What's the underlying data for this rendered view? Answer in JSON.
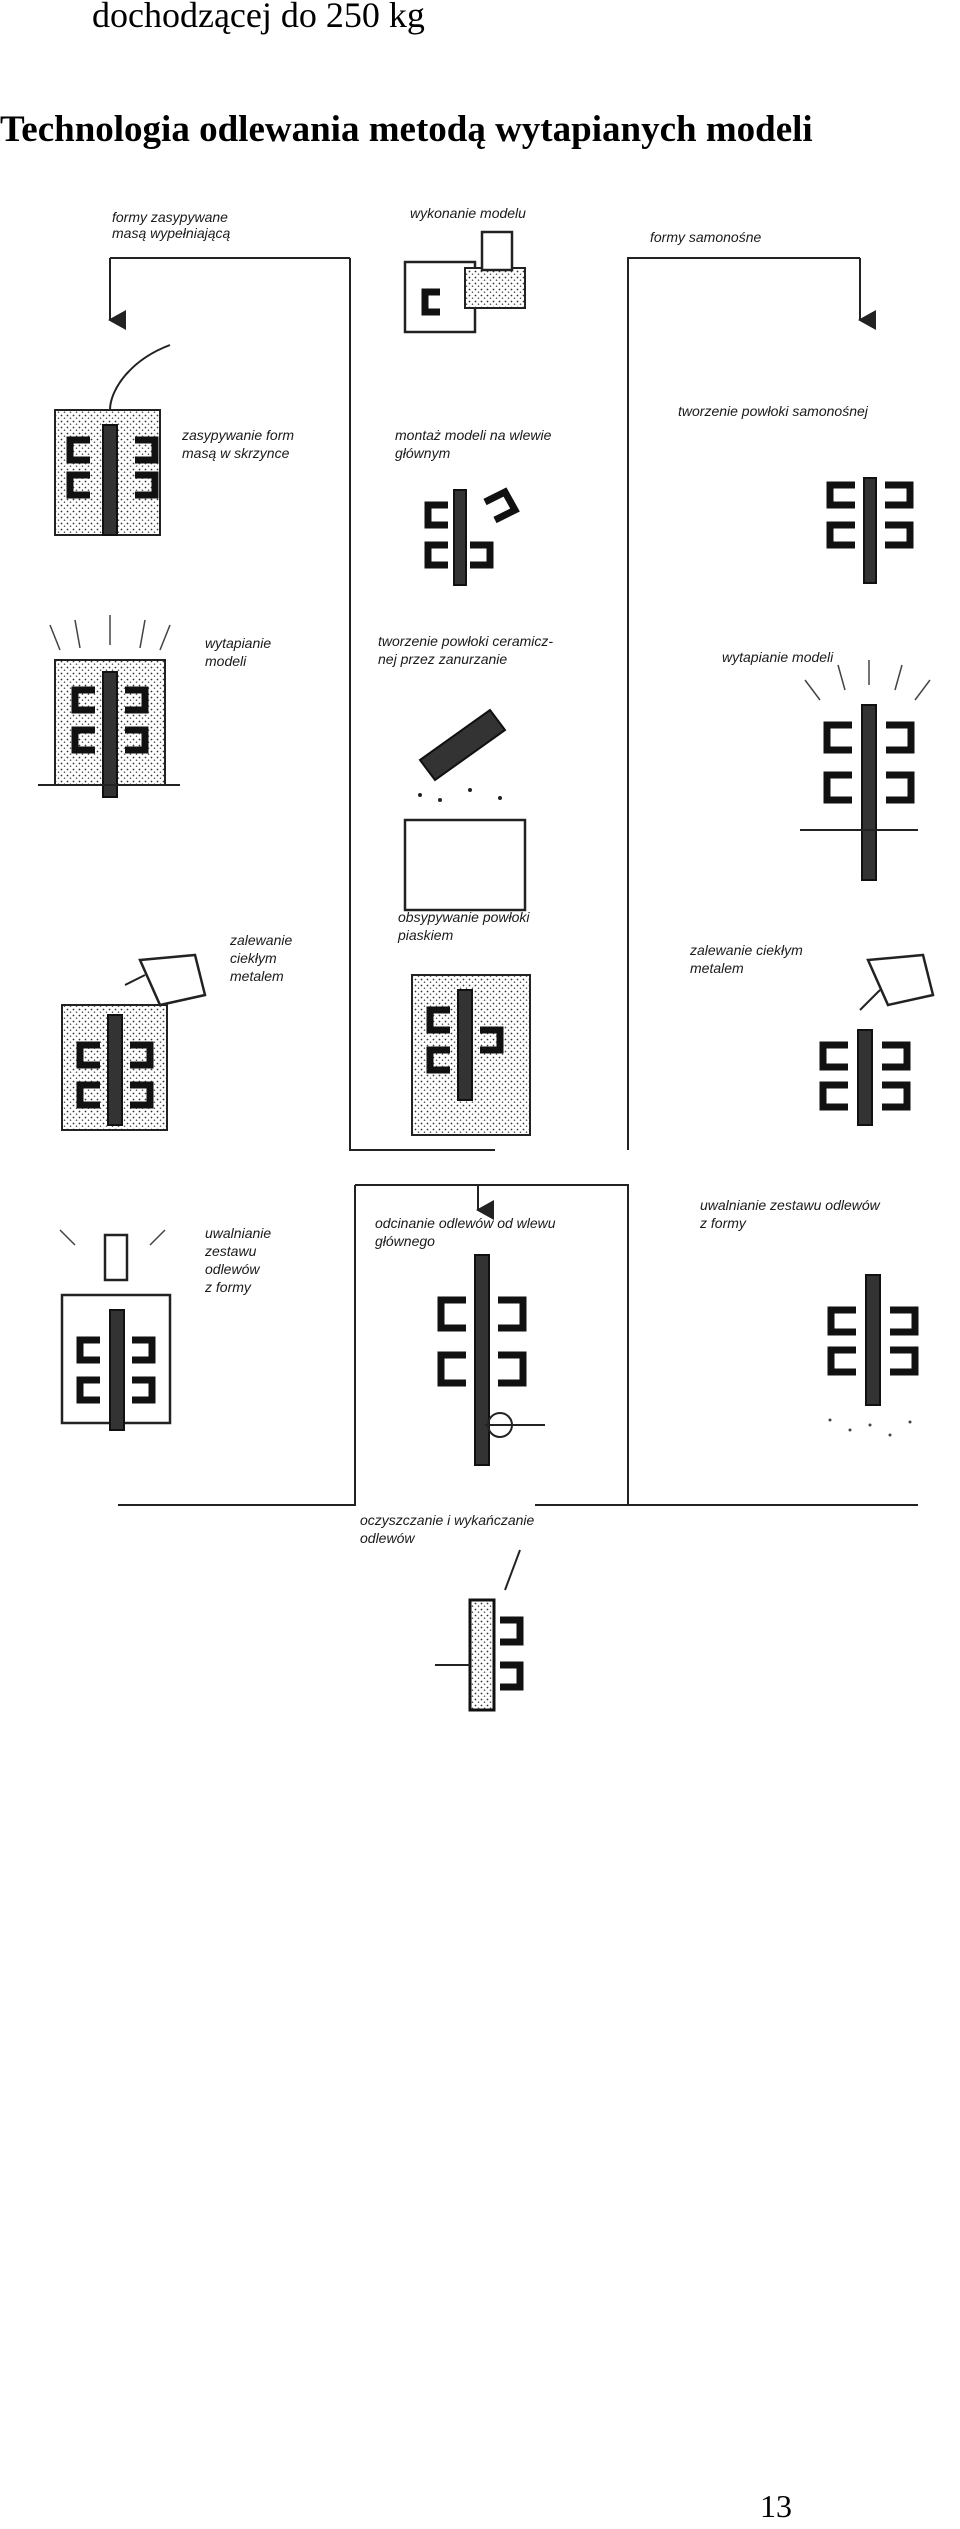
{
  "header": {
    "fragment": "dochodzącej do 250 kg"
  },
  "section": {
    "title": "Technologia odlewania metodą wytapianych modeli"
  },
  "diagram": {
    "labels": {
      "formy_zasypywane": [
        "formy zasypywane",
        "masą wypełniającą"
      ],
      "wykonanie_modelu": [
        "wykonanie modelu"
      ],
      "formy_samonosne": [
        "formy samonośne"
      ],
      "zasypywanie_form": [
        "zasypywanie form",
        "masą w skrzynce"
      ],
      "montaz_modeli": [
        "montaż modeli na wlewie",
        "głównym"
      ],
      "tworzenie_powloki_samonosnej": [
        "tworzenie powłoki samonośnej"
      ],
      "wytapianie_modeli_left": [
        "wytapianie",
        "modeli"
      ],
      "tworzenie_powloki_ceramicznej": [
        "tworzenie powłoki ceramicz-",
        "nej przez zanurzanie"
      ],
      "wytapianie_modeli_right": [
        "wytapianie modeli"
      ],
      "zalewanie_left": [
        "zalewanie",
        "ciekłym",
        "metalem"
      ],
      "obsypywanie": [
        "obsypywanie powłoki",
        "piaskiem"
      ],
      "zalewanie_right": [
        "zalewanie ciekłym",
        "metalem"
      ],
      "uwalnianie_left": [
        "uwalnianie",
        "zestawu",
        "odlewów",
        "z formy"
      ],
      "odcinanie": [
        "odcinanie odlewów od wlewu",
        "głównego"
      ],
      "uwalnianie_right": [
        "uwalnianie zestawu odlewów",
        "z formy"
      ],
      "oczyszczanie": [
        "oczyszczanie i wykańczanie",
        "odlewów"
      ]
    }
  },
  "footer": {
    "page_number": "13"
  }
}
